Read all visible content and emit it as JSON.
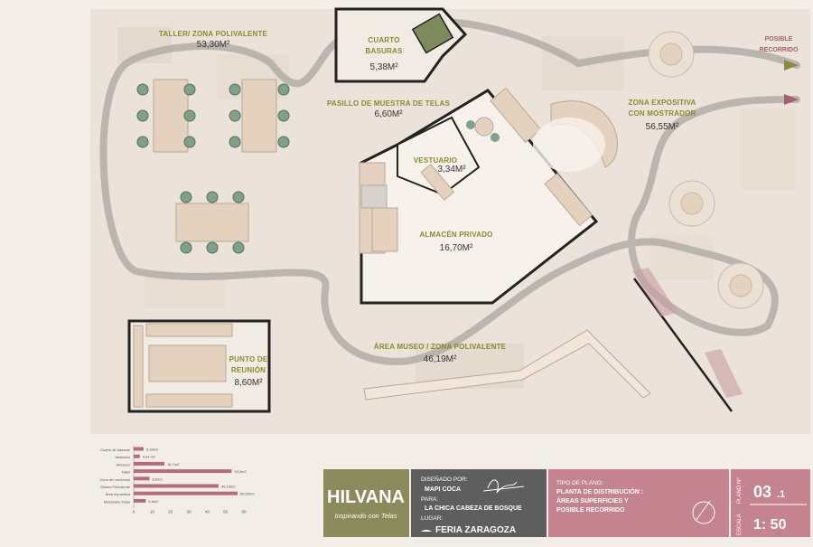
{
  "plan": {
    "rooms": [
      {
        "name": "TALLER/ ZONA POLIVALENTE",
        "area": "53,30M²"
      },
      {
        "name": "CUARTO BASURAS",
        "area": "5,38M²"
      },
      {
        "name": "PASILLO DE MUESTRA DE  TELAS",
        "area": "6,60M²"
      },
      {
        "name": "VESTUARIO",
        "area": "3,34M²"
      },
      {
        "name": "ALMACÉN PRIVADO",
        "area": "16,70M²"
      },
      {
        "name": "ZONA EXPOSITIVA CON MOSTRADOR",
        "area": "56,55M²"
      },
      {
        "name": "PUNTO DE REUNIÓN",
        "area": "8,60M²"
      },
      {
        "name": "ÁREA MUSEO / ZONA POLIVALENTE",
        "area": "46,19M²"
      }
    ],
    "route_label": "POSIBLE RECORRIDO"
  },
  "chart_data": {
    "type": "bar",
    "categories": [
      "Cuarto de basuras",
      "Vestuario",
      "Almacén",
      "Taller",
      "Zona de reuniones",
      "Museo Polivalente",
      "Área expositiva",
      "Muestrario Telas"
    ],
    "values": [
      5.38,
      3.34,
      16.7,
      53.3,
      8.6,
      46.19,
      56.55,
      6.6
    ],
    "value_labels": [
      "5,38m2",
      "3,34 m2",
      "16,7m2",
      "53,3m2",
      "8,6m2",
      "46,19m2",
      "56,55m2",
      "6,6m2"
    ],
    "xticks": [
      "0",
      "10",
      "20",
      "30",
      "40",
      "50",
      "60"
    ],
    "xlim": [
      0,
      60
    ],
    "bar_color": "#b76b7a"
  },
  "title_block": {
    "logo": "HILVANA",
    "tagline": "Inspirando con Telas",
    "designed_by_label": "DISEÑADO POR:",
    "designed_by": "MAPI COCA",
    "for_label": "PARA:",
    "for": "LA CHICA CABEZA DE BOSQUE",
    "place_label": "LUGAR:",
    "place": "FERIA ZARAGOZA",
    "plan_type_label": "TIPO DE PLANO:",
    "plan_type_lines": [
      "PLANTA DE DISTRIBUCIÓN :",
      "ÁREAS SUPERFICIES Y",
      "POSIBLE RECORRIDO"
    ],
    "scale_label": "ESCALA",
    "plan_no_label": "PLANO Nº",
    "plan_no_big": "03",
    "plan_no_small": ".1",
    "scale": "1: 50"
  }
}
